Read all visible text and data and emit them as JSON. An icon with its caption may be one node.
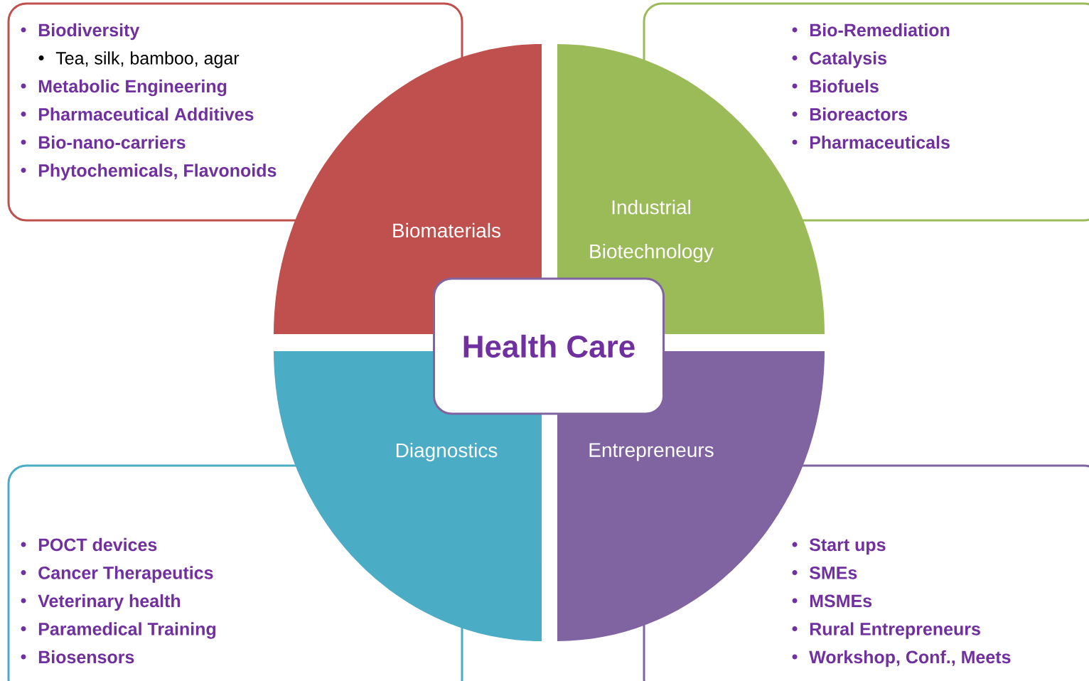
{
  "diagram": {
    "nodes": [
      {
        "text": [
          "Biodiversity",
          "Tea, silk, bamboo, agar",
          "Metabolic Engineering",
          "Pharmaceutical Additives",
          "Bio-nano-carriers",
          "Phytochemicals, Flavonoids"
        ]
      },
      {
        "text": [
          "Bio-Remediation",
          "Catalysis",
          "Biofuels",
          "Bioreactors",
          "Pharmaceuticals"
        ]
      },
      {
        "text": [
          "Biomaterials"
        ]
      },
      {
        "text": [
          "Industrial Biotechnology"
        ]
      },
      {
        "text": [
          "Health Care"
        ]
      },
      {
        "text": [
          "Diagnostics"
        ]
      },
      {
        "text": [
          "Entrepreneurs"
        ]
      },
      {
        "text": [
          "POCT devices",
          "Cancer Therapeutics",
          "Veterinary health",
          "Paramedical Training",
          "Biosensors"
        ]
      },
      {
        "text": [
          "Start ups",
          "SMEs",
          "MSMEs",
          "Rural Entrepreneurs",
          "Workshop, Conf., Meets"
        ]
      }
    ]
  }
}
